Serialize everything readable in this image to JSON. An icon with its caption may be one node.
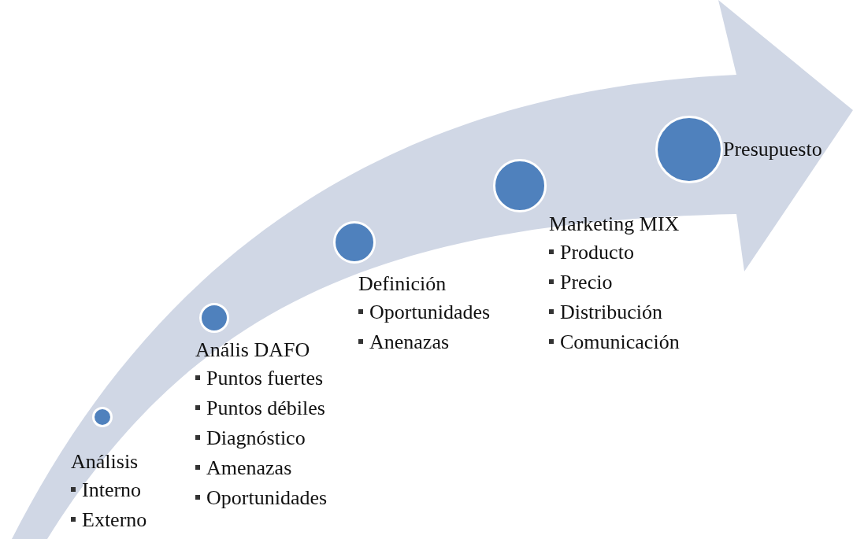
{
  "diagram": {
    "nodes": [
      {
        "text": [
          "Análisis",
          "Interno",
          "Externo"
        ]
      },
      {
        "text": [
          "Anális DAFO",
          "Puntos fuertes",
          "Puntos débiles",
          "Diagnóstico",
          "Amenazas",
          "Oportunidades"
        ]
      },
      {
        "text": [
          "Definición",
          "Oportunidades",
          "Anenazas"
        ]
      },
      {
        "text": [
          "Marketing MIX",
          "Producto",
          "Precio",
          "Distribución",
          "Comunicación"
        ]
      },
      {
        "text": [
          "Presupuesto"
        ]
      }
    ]
  }
}
